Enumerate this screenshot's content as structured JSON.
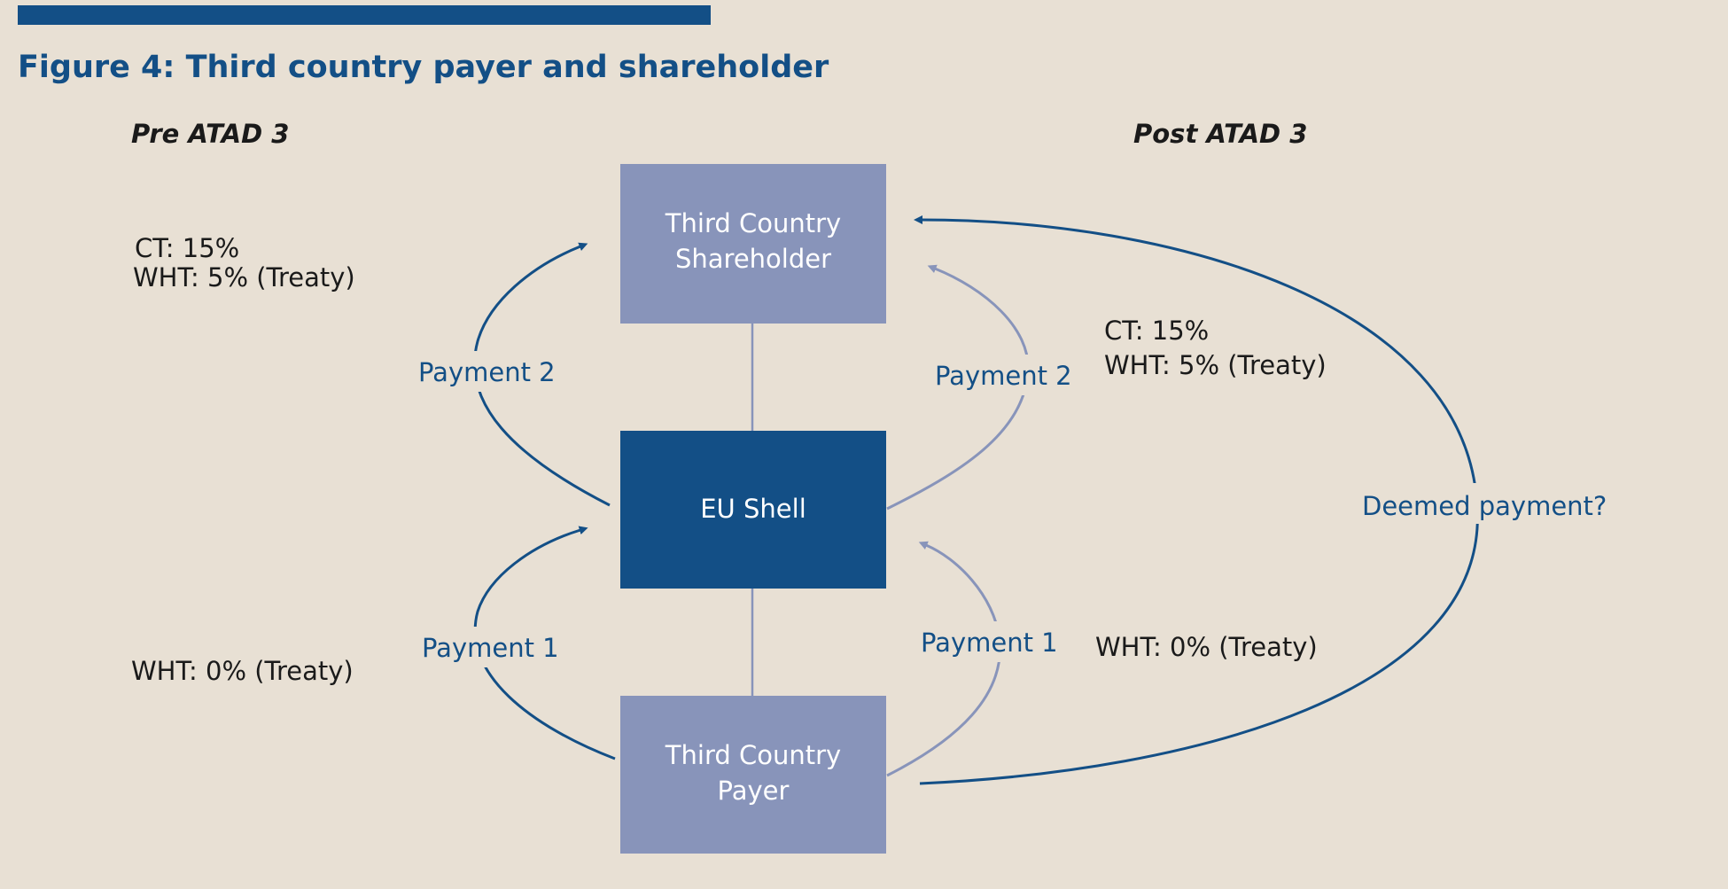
{
  "title": "Figure 4: Third country payer and shareholder",
  "colors": {
    "background": "#e8e0d4",
    "dark_blue": "#134f86",
    "light_blue": "#8894ba",
    "text": "#1a1a1a"
  },
  "sections": {
    "pre": "Pre ATAD 3",
    "post": "Post ATAD 3"
  },
  "nodes": {
    "shareholder": {
      "line1": "Third Country",
      "line2": "Shareholder"
    },
    "eu_shell": {
      "label": "EU Shell"
    },
    "payer": {
      "line1": "Third Country",
      "line2": "Payer"
    }
  },
  "arrows": {
    "pre_payment_1": "Payment 1",
    "pre_payment_2": "Payment 2",
    "post_payment_1": "Payment 1",
    "post_payment_2": "Payment 2",
    "deemed": "Deemed payment?"
  },
  "notes": {
    "pre_top": {
      "ct": "CT: 15%",
      "wht": "WHT: 5% (Treaty)"
    },
    "pre_bottom": {
      "wht": "WHT: 0% (Treaty)"
    },
    "post_top": {
      "ct": "CT: 15%",
      "wht": "WHT: 5% (Treaty)"
    },
    "post_bottom": {
      "wht": "WHT: 0% (Treaty)"
    }
  }
}
